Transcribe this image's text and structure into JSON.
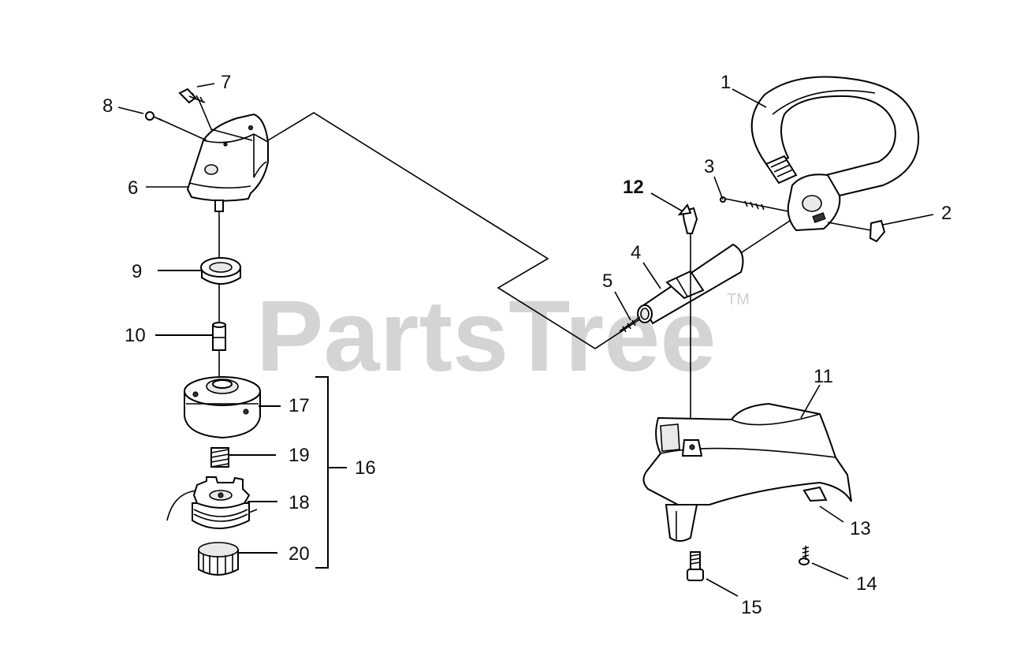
{
  "watermark": {
    "text": "PartsTree",
    "trademark": "TM"
  },
  "callouts": {
    "n1": "1",
    "n2": "2",
    "n3": "3",
    "n4": "4",
    "n5": "5",
    "n6": "6",
    "n7": "7",
    "n8": "8",
    "n9": "9",
    "n10": "10",
    "n11": "11",
    "n12": "12",
    "n13": "13",
    "n14": "14",
    "n15": "15",
    "n16": "16",
    "n17": "17",
    "n18": "18",
    "n19": "19",
    "n20": "20"
  }
}
